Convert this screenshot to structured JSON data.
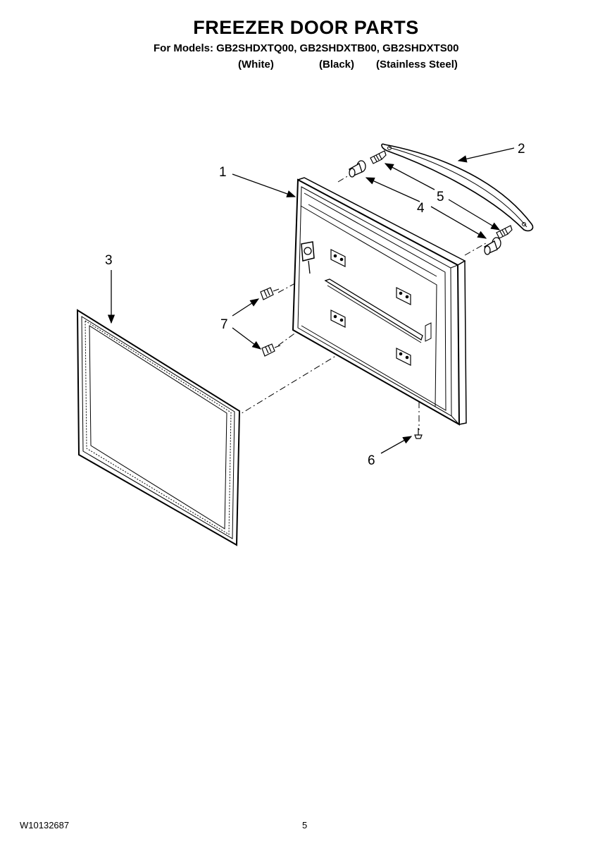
{
  "header": {
    "title": "FREEZER DOOR PARTS",
    "models_line": "For Models: GB2SHDXTQ00, GB2SHDXTB00, GB2SHDXTS00",
    "variants": [
      "(White)",
      "(Black)",
      "(Stainless Steel)"
    ]
  },
  "callouts": [
    "1",
    "2",
    "3",
    "4",
    "5",
    "6",
    "7",
    "7"
  ],
  "footer": {
    "doc_number": "W10132687",
    "page_number": "5"
  }
}
